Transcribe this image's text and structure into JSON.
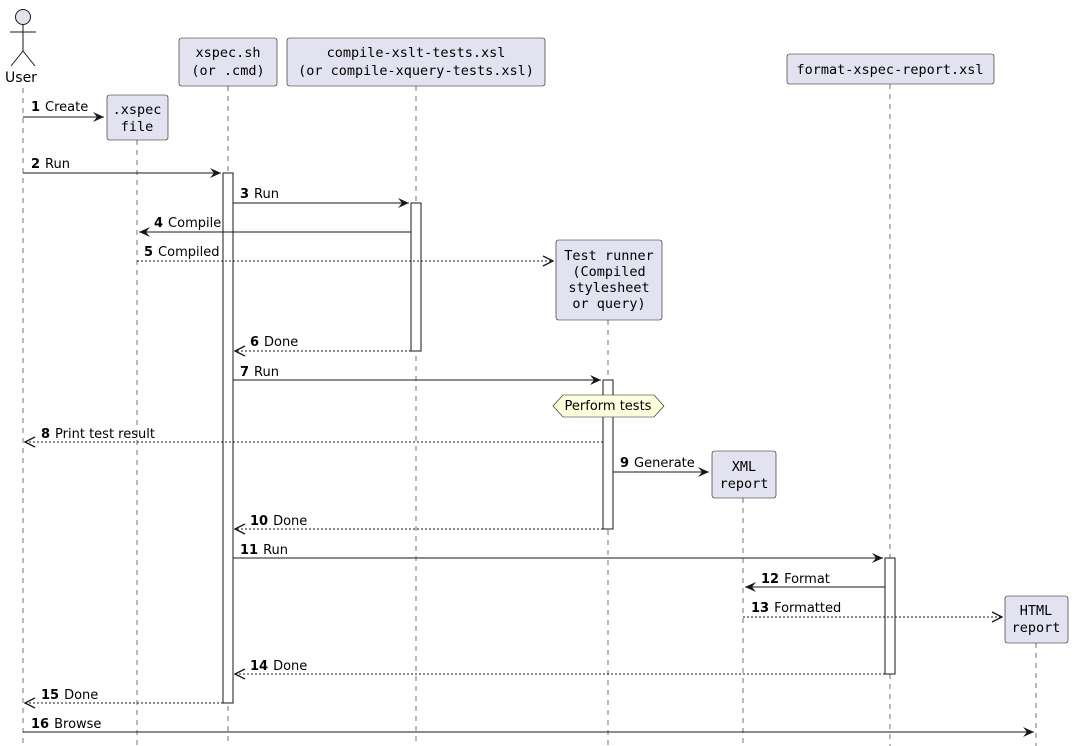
{
  "colors": {
    "box_fill": "#E2E2F0",
    "box_stroke": "#181818",
    "line": "#181818",
    "lifeline": "#181818",
    "note_fill": "#FEFFDD",
    "activation_fill": "#FFFFFF"
  },
  "actor": {
    "label": "User",
    "icon": "stick-figure-actor-icon"
  },
  "participants": [
    {
      "id": "xspec-file",
      "lines": [
        ".xspec",
        "file"
      ]
    },
    {
      "id": "xspec-sh",
      "lines": [
        "xspec.sh",
        "(or .cmd)"
      ]
    },
    {
      "id": "compile",
      "lines": [
        "compile-xslt-tests.xsl",
        "(or compile-xquery-tests.xsl)"
      ]
    },
    {
      "id": "test-runner",
      "lines": [
        "Test runner",
        "(Compiled",
        "stylesheet",
        "or query)"
      ]
    },
    {
      "id": "xml-report",
      "lines": [
        "XML",
        "report"
      ]
    },
    {
      "id": "format",
      "lines": [
        "format-xspec-report.xsl"
      ]
    },
    {
      "id": "html-report",
      "lines": [
        "HTML",
        "report"
      ]
    }
  ],
  "messages": [
    {
      "num": "1",
      "text": "Create"
    },
    {
      "num": "2",
      "text": "Run"
    },
    {
      "num": "3",
      "text": "Run"
    },
    {
      "num": "4",
      "text": "Compile"
    },
    {
      "num": "5",
      "text": "Compiled"
    },
    {
      "num": "6",
      "text": "Done"
    },
    {
      "num": "7",
      "text": "Run"
    },
    {
      "num": "8",
      "text": "Print test result"
    },
    {
      "num": "9",
      "text": "Generate"
    },
    {
      "num": "10",
      "text": "Done"
    },
    {
      "num": "11",
      "text": "Run"
    },
    {
      "num": "12",
      "text": "Format"
    },
    {
      "num": "13",
      "text": "Formatted"
    },
    {
      "num": "14",
      "text": "Done"
    },
    {
      "num": "15",
      "text": "Done"
    },
    {
      "num": "16",
      "text": "Browse"
    }
  ],
  "note": {
    "text": "Perform tests"
  }
}
